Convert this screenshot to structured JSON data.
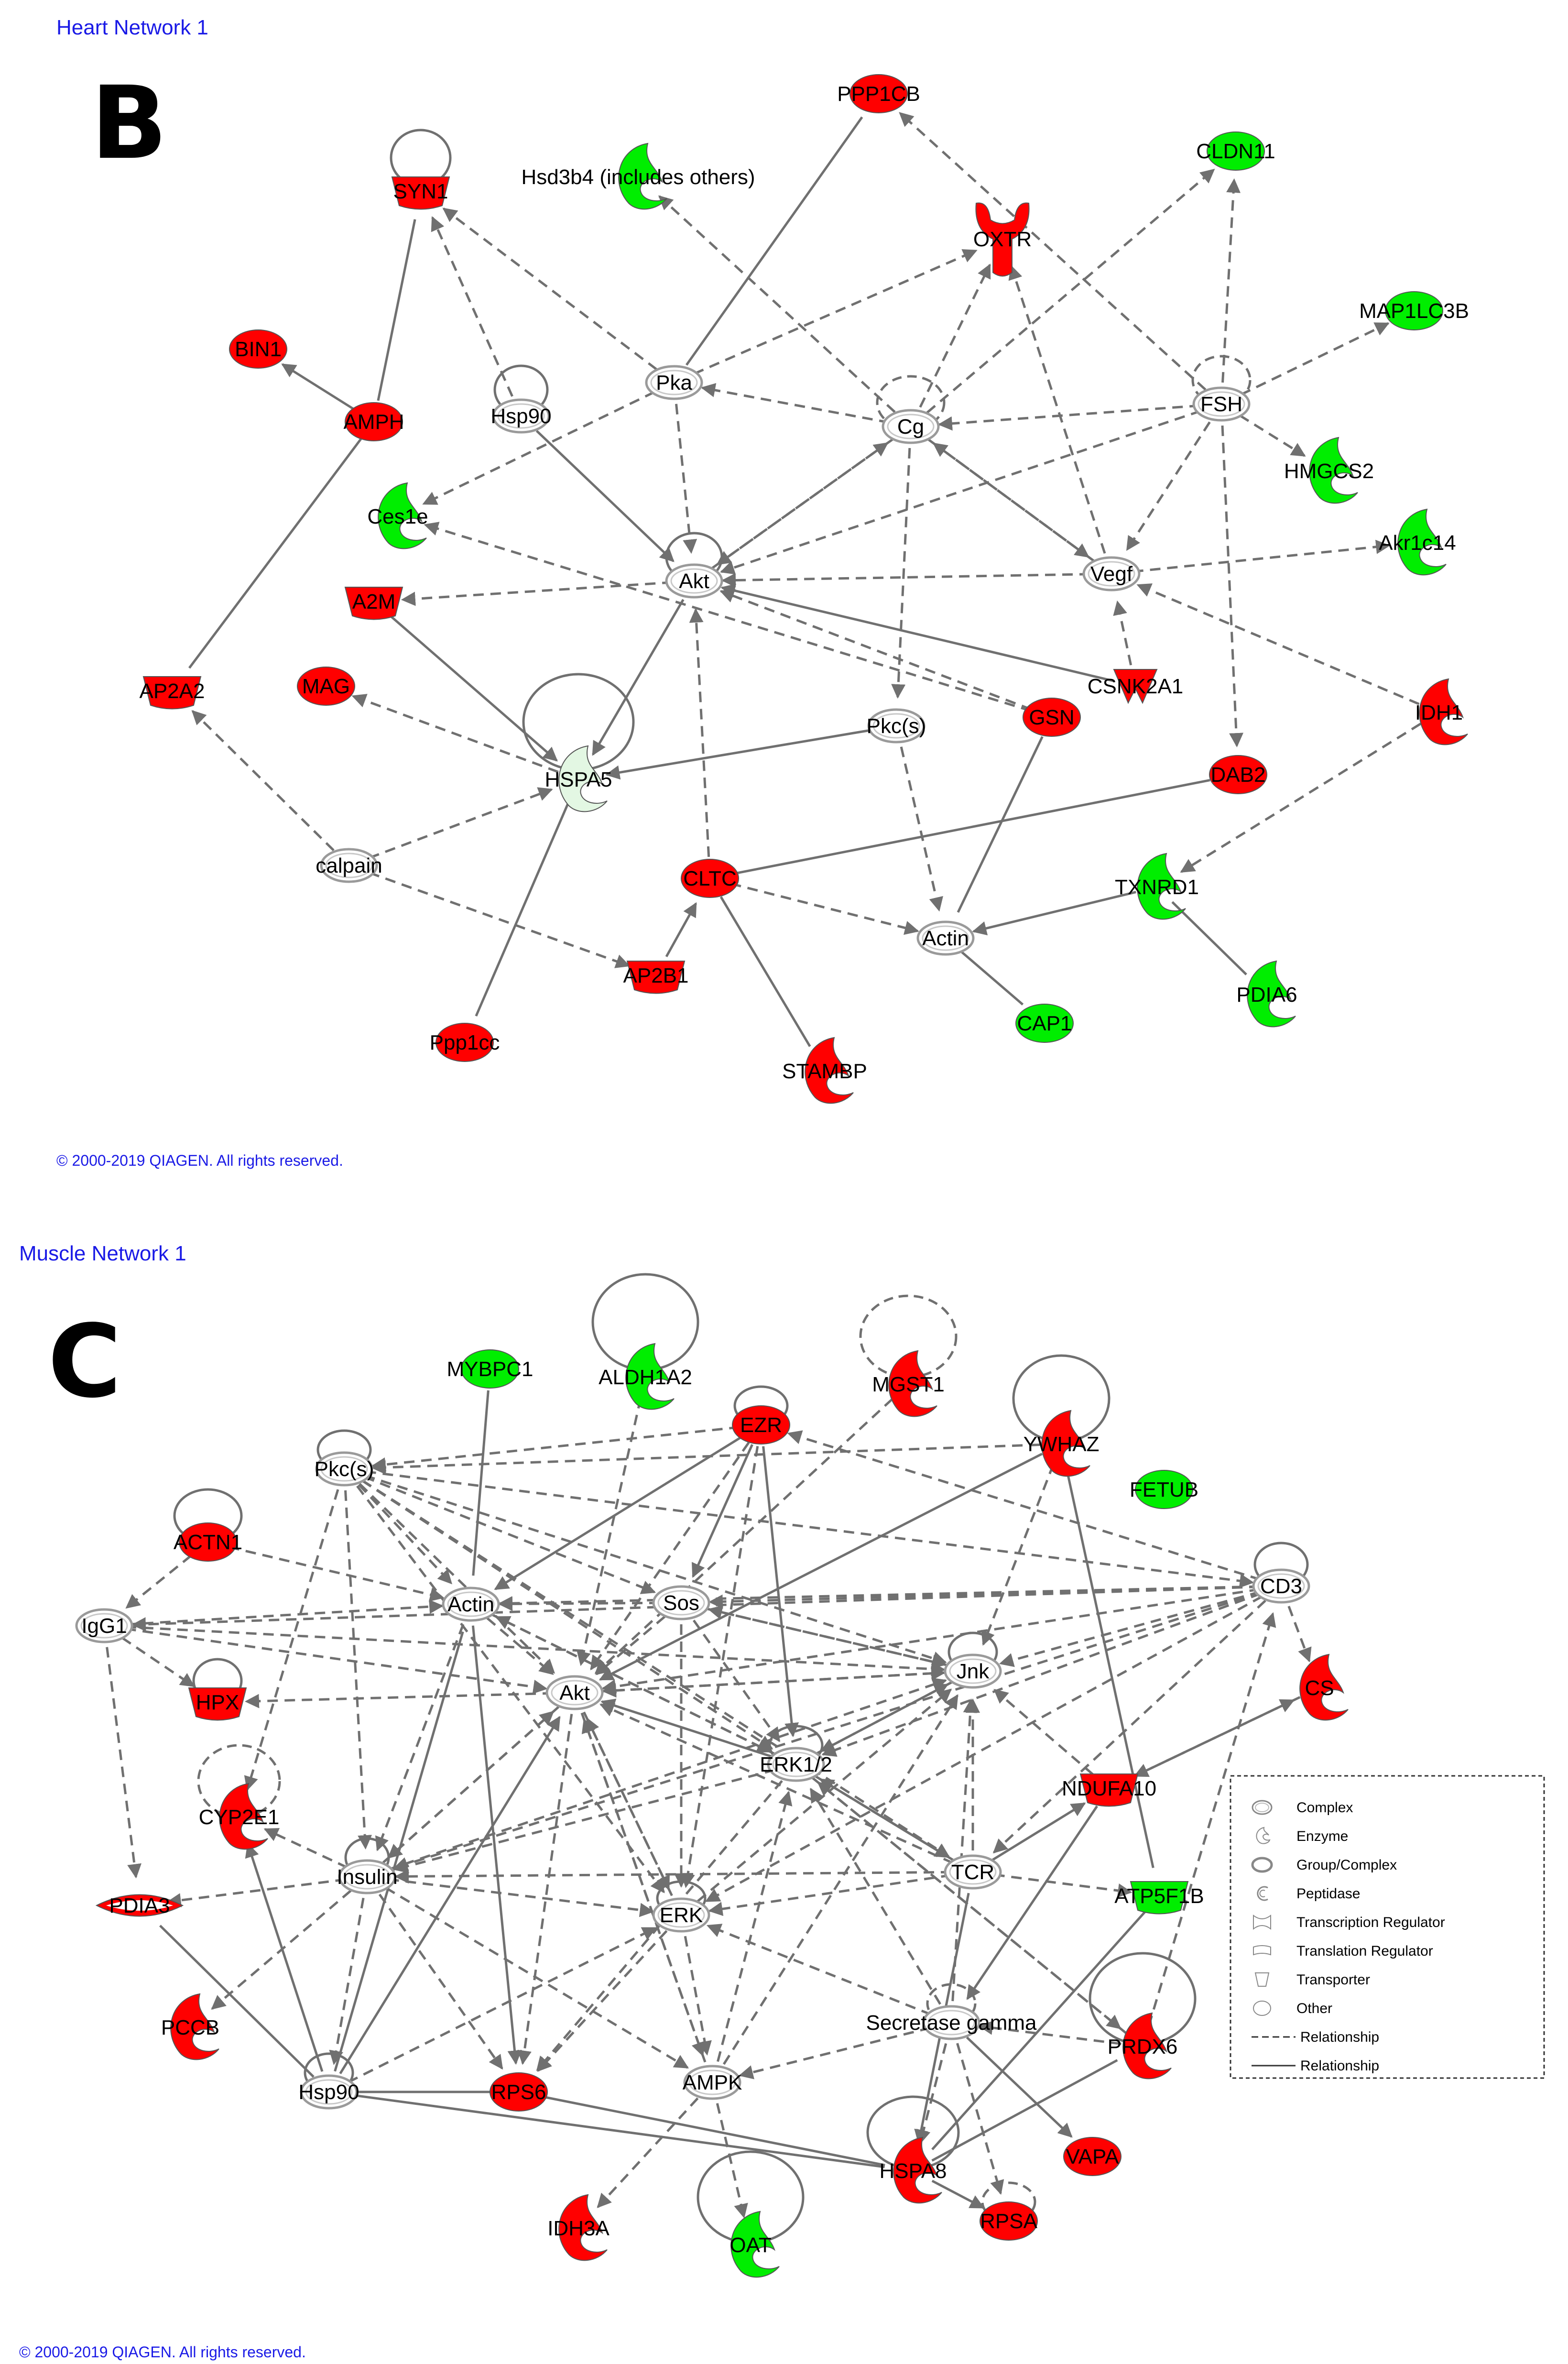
{
  "panels": [
    {
      "title": "Heart Network 1",
      "letter": "B",
      "copyright": "© 2000-2019 QIAGEN. All rights reserved.",
      "nodes": {
        "PPP1CB": {
          "label": "PPP1CB",
          "color": "red",
          "shape": "ellipse"
        },
        "Hsd3b4": {
          "label": "Hsd3b4 (includes others)",
          "color": "green",
          "shape": "enzyme"
        },
        "CLDN11": {
          "label": "CLDN11",
          "color": "green",
          "shape": "ellipse"
        },
        "SYN1": {
          "label": "SYN1",
          "color": "red",
          "shape": "transporter"
        },
        "OXTR": {
          "label": "OXTR",
          "color": "red",
          "shape": "receptor"
        },
        "BIN1": {
          "label": "BIN1",
          "color": "red",
          "shape": "ellipse"
        },
        "MAP1LC3B": {
          "label": "MAP1LC3B",
          "color": "green",
          "shape": "ellipse"
        },
        "Pka": {
          "label": "Pka",
          "color": "white",
          "shape": "complex"
        },
        "Cg": {
          "label": "Cg",
          "color": "white",
          "shape": "complex"
        },
        "FSH": {
          "label": "FSH",
          "color": "white",
          "shape": "complex"
        },
        "Hsp90": {
          "label": "Hsp90",
          "color": "white",
          "shape": "complex"
        },
        "AMPH": {
          "label": "AMPH",
          "color": "red",
          "shape": "ellipse"
        },
        "HMGCS2": {
          "label": "HMGCS2",
          "color": "green",
          "shape": "enzyme"
        },
        "Ces1e": {
          "label": "Ces1e",
          "color": "green",
          "shape": "enzyme"
        },
        "Akr1c14": {
          "label": "Akr1c14",
          "color": "green",
          "shape": "enzyme"
        },
        "Akt": {
          "label": "Akt",
          "color": "white",
          "shape": "complex"
        },
        "Vegf": {
          "label": "Vegf",
          "color": "white",
          "shape": "complex"
        },
        "A2M": {
          "label": "A2M",
          "color": "red",
          "shape": "transporter"
        },
        "CSNK2A1": {
          "label": "CSNK2A1",
          "color": "red",
          "shape": "kinase"
        },
        "AP2A2": {
          "label": "AP2A2",
          "color": "red",
          "shape": "transporter"
        },
        "MAG": {
          "label": "MAG",
          "color": "red",
          "shape": "ellipse"
        },
        "Pkcs": {
          "label": "Pkc(s)",
          "color": "white",
          "shape": "complex"
        },
        "GSN": {
          "label": "GSN",
          "color": "red",
          "shape": "ellipse"
        },
        "IDH1": {
          "label": "IDH1",
          "color": "red",
          "shape": "enzyme"
        },
        "HSPA5": {
          "label": "HSPA5",
          "color": "lightgreen",
          "shape": "enzyme"
        },
        "DAB2": {
          "label": "DAB2",
          "color": "red",
          "shape": "ellipse"
        },
        "calpain": {
          "label": "calpain",
          "color": "white",
          "shape": "complex"
        },
        "CLTC": {
          "label": "CLTC",
          "color": "red",
          "shape": "ellipse"
        },
        "TXNRD1": {
          "label": "TXNRD1",
          "color": "green",
          "shape": "enzyme"
        },
        "Actin": {
          "label": "Actin",
          "color": "white",
          "shape": "complex"
        },
        "AP2B1": {
          "label": "AP2B1",
          "color": "red",
          "shape": "transporter"
        },
        "PDIA6": {
          "label": "PDIA6",
          "color": "green",
          "shape": "enzyme"
        },
        "CAP1": {
          "label": "CAP1",
          "color": "green",
          "shape": "ellipse"
        },
        "Ppp1cc": {
          "label": "Ppp1cc",
          "color": "red",
          "shape": "ellipse"
        },
        "STAMBP": {
          "label": "STAMBP",
          "color": "red",
          "shape": "enzyme"
        }
      }
    },
    {
      "title": "Muscle Network 1",
      "letter": "C",
      "copyright": "© 2000-2019 QIAGEN. All rights reserved.",
      "nodes": {
        "MYBPC1": {
          "label": "MYBPC1",
          "color": "green",
          "shape": "ellipse"
        },
        "ALDH1A2": {
          "label": "ALDH1A2",
          "color": "green",
          "shape": "enzyme"
        },
        "MGST1": {
          "label": "MGST1",
          "color": "red",
          "shape": "enzyme"
        },
        "EZR": {
          "label": "EZR",
          "color": "red",
          "shape": "ellipse"
        },
        "YWHAZ": {
          "label": "YWHAZ",
          "color": "red",
          "shape": "enzyme"
        },
        "FETUB": {
          "label": "FETUB",
          "color": "green",
          "shape": "ellipse"
        },
        "Pkcs": {
          "label": "Pkc(s)",
          "color": "white",
          "shape": "complex"
        },
        "ACTN1": {
          "label": "ACTN1",
          "color": "red",
          "shape": "ellipse"
        },
        "Actin": {
          "label": "Actin",
          "color": "white",
          "shape": "complex"
        },
        "Sos": {
          "label": "Sos",
          "color": "white",
          "shape": "complex"
        },
        "CD3": {
          "label": "CD3",
          "color": "white",
          "shape": "complex"
        },
        "IgG1": {
          "label": "IgG1",
          "color": "white",
          "shape": "complex"
        },
        "Akt": {
          "label": "Akt",
          "color": "white",
          "shape": "complex"
        },
        "Jnk": {
          "label": "Jnk",
          "color": "white",
          "shape": "complex"
        },
        "HPX": {
          "label": "HPX",
          "color": "red",
          "shape": "transporter"
        },
        "CS": {
          "label": "CS",
          "color": "red",
          "shape": "enzyme"
        },
        "ERK12": {
          "label": "ERK1/2",
          "color": "white",
          "shape": "complex"
        },
        "NDUFA10": {
          "label": "NDUFA10",
          "color": "red",
          "shape": "transporter"
        },
        "CYP2E1": {
          "label": "CYP2E1",
          "color": "red",
          "shape": "enzyme"
        },
        "Insulin": {
          "label": "Insulin",
          "color": "white",
          "shape": "complex"
        },
        "TCR": {
          "label": "TCR",
          "color": "white",
          "shape": "complex"
        },
        "PDIA3": {
          "label": "PDIA3",
          "color": "red",
          "shape": "peptidase"
        },
        "ERK": {
          "label": "ERK",
          "color": "white",
          "shape": "complex"
        },
        "ATP5F1B": {
          "label": "ATP5F1B",
          "color": "green",
          "shape": "transporter"
        },
        "PCCB": {
          "label": "PCCB",
          "color": "red",
          "shape": "enzyme"
        },
        "Secretase": {
          "label": "Secretase gamma",
          "color": "white",
          "shape": "complex"
        },
        "PRDX6": {
          "label": "PRDX6",
          "color": "red",
          "shape": "enzyme"
        },
        "Hsp90": {
          "label": "Hsp90",
          "color": "white",
          "shape": "complex"
        },
        "RPS6": {
          "label": "RPS6",
          "color": "red",
          "shape": "ellipse"
        },
        "AMPK": {
          "label": "AMPK",
          "color": "white",
          "shape": "complex"
        },
        "HSPA8": {
          "label": "HSPA8",
          "color": "red",
          "shape": "enzyme"
        },
        "VAPA": {
          "label": "VAPA",
          "color": "red",
          "shape": "ellipse"
        },
        "IDH3A": {
          "label": "IDH3A",
          "color": "red",
          "shape": "enzyme"
        },
        "RPSA": {
          "label": "RPSA",
          "color": "red",
          "shape": "ellipse"
        },
        "OAT": {
          "label": "OAT",
          "color": "green",
          "shape": "enzyme"
        }
      }
    }
  ],
  "legend": {
    "items": [
      {
        "symbol": "complex",
        "label": "Complex"
      },
      {
        "symbol": "enzyme",
        "label": "Enzyme"
      },
      {
        "symbol": "group",
        "label": "Group/Complex"
      },
      {
        "symbol": "peptidase",
        "label": "Peptidase"
      },
      {
        "symbol": "transcription",
        "label": "Transcription Regulator"
      },
      {
        "symbol": "translation",
        "label": "Translation Regulator"
      },
      {
        "symbol": "transporter",
        "label": "Transporter"
      },
      {
        "symbol": "other",
        "label": "Other"
      },
      {
        "symbol": "dashed",
        "label": "Relationship"
      },
      {
        "symbol": "solid",
        "label": "Relationship"
      }
    ]
  },
  "colors": {
    "red": "#ff0000",
    "green": "#00ee00",
    "lightgreen": "#e3f7e3",
    "white": "#ffffff",
    "edge": "#707070",
    "title": "#1a1ae6"
  }
}
